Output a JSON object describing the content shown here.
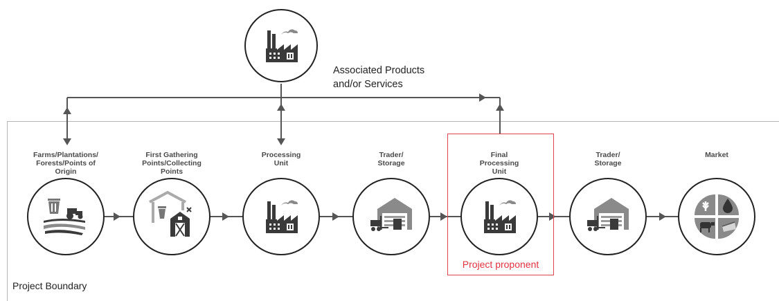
{
  "top_node": {
    "label_line1": "Associated Products",
    "label_line2": "and/or Services",
    "icon": "factory-icon"
  },
  "stages": [
    {
      "label": [
        "Farms/Plantations/",
        "Forests/Points of",
        "Origin"
      ],
      "icon": "farm-icon"
    },
    {
      "label": [
        "First Gathering",
        "Points/Collecting",
        "Points"
      ],
      "icon": "barn-icon"
    },
    {
      "label": [
        "Processing",
        "Unit"
      ],
      "icon": "factory-icon"
    },
    {
      "label": [
        "Trader/",
        "Storage"
      ],
      "icon": "warehouse-icon"
    },
    {
      "label": [
        "Final",
        "Processing",
        "Unit"
      ],
      "icon": "factory-icon"
    },
    {
      "label": [
        "Trader/",
        "Storage"
      ],
      "icon": "warehouse-icon"
    },
    {
      "label": [
        "Market"
      ],
      "icon": "market-icon"
    }
  ],
  "highlight": {
    "label": "Project proponent",
    "color": "#e0333f"
  },
  "boundary": {
    "label": "Project Boundary"
  },
  "colors": {
    "line": "#555555",
    "icon": "#3a3a3a",
    "circle_stroke": "#222222"
  }
}
